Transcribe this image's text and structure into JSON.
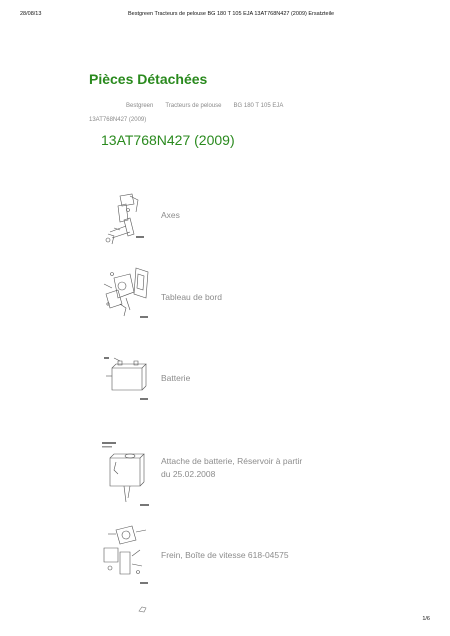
{
  "header": {
    "date": "28/08/13",
    "title": "Bestgreen Tracteurs de pelouse BG 180 T 105 EJA 13AT768N427 (2009) Ersatzteile"
  },
  "page_title": "Pièces Détachées",
  "breadcrumb": [
    "Bestgreen",
    "Tracteurs de pelouse",
    "BG 180 T 105 EJA",
    "13AT768N427 (2009)"
  ],
  "model_title": "13AT768N427 (2009)",
  "parts": [
    {
      "label": "Axes"
    },
    {
      "label": "Tableau de bord"
    },
    {
      "label": "Batterie"
    },
    {
      "label": "Attache de batterie, Réservoir à partir du 25.02.2008"
    },
    {
      "label": "Frein, Boîte de vitesse 618-04575"
    }
  ],
  "page_number": "1/6"
}
